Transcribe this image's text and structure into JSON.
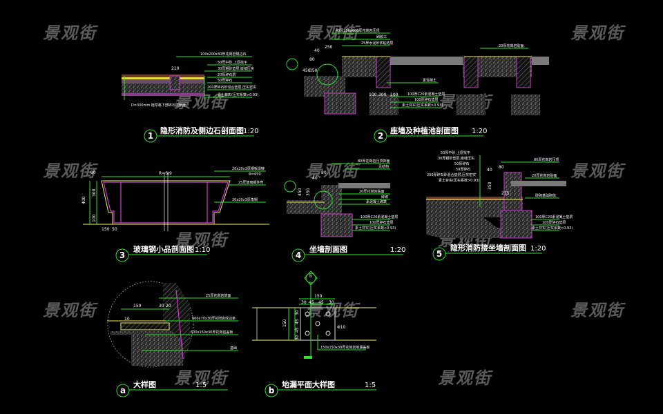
{
  "watermark": "景观街",
  "details": [
    {
      "id": "1",
      "title": "隐形消防及侧边石剖面图",
      "scale": "1:20"
    },
    {
      "id": "2",
      "title": "座墙及种植池剖面图",
      "scale": "1:20"
    },
    {
      "id": "3",
      "title": "玻璃钢小品剖面图",
      "scale": "1:10"
    },
    {
      "id": "4",
      "title": "坐墙剖面图",
      "scale": "1:20"
    },
    {
      "id": "5",
      "title": "隐形消防接坐墙剖面图",
      "scale": "1:20"
    },
    {
      "id": "a",
      "title": "大样图",
      "scale": "1:5"
    },
    {
      "id": "b",
      "title": "地漏平面大样图",
      "scale": "1:5"
    }
  ],
  "annotations": {
    "d1": [
      "100x200x30厚花岗岩侧边石",
      "50厚中砂,上层找平",
      "30厚粗砂垫层,嵌缝压实",
      "20厚碎石层",
      "50厚碎石",
      "200厚碎石砂混合垫层,压实密实",
      "素土夯实(压实系数>0.93)"
    ],
    "d1_note": "D=300mm 植草格下部碎石层厚度",
    "d1_dim": "210",
    "d2": [
      "40厚250x600厚花岗岩压顶",
      "刷胶工",
      "25厚水泥砂浆粘结层",
      "20厚花岗岩贴面",
      "素混凝土",
      "100厚C20素混凝土垫层",
      "100厚碎石垫层",
      "素土夯实(压实系数>0.93)"
    ],
    "d2_dims": [
      "250",
      "40",
      "80",
      "350",
      "450",
      "100",
      "300",
      "100"
    ],
    "d3": [
      "20x20x3厚钢板焊接",
      "Φ=650",
      "25厚玻璃钢外壳",
      "20x20x3厚角钢",
      "R=6/9"
    ],
    "d3_dims": [
      "80",
      "400",
      "300",
      "100",
      "150",
      "50"
    ],
    "d4": [
      "80厚花岗岩压顶饰面",
      "见结构",
      "20厚花岗岩贴面",
      "砖砌",
      "素混凝土砌筑",
      "100厚C20素混凝土垫层",
      "100厚碎石垫层",
      "素土夯实(压实系数>0.93)"
    ],
    "d4_dims": [
      "450",
      "350",
      "40",
      "80"
    ],
    "d5": [
      "50厚中砂,上层找平",
      "30厚粗砂垫层,嵌缝压实",
      "50厚碎石",
      "50厚碎石",
      "200厚碎石砂混合垫层,压实密实",
      "素土夯实(压实系数>0.93)",
      "80厚花岗岩压顶",
      "20厚花岗岩贴面",
      "砖砌基础砌体",
      "100厚C20素混凝土垫层",
      "100厚碎石垫层",
      "素土夯实(压实系数>0.93)"
    ],
    "d5_dims": [
      "350",
      "215",
      "40",
      "80"
    ],
    "da": [
      "25厚花岗岩饰面",
      "600x70x30厚花岗岩收边条",
      "600x150x30厚花岗岩盖板",
      "基础"
    ],
    "da_dims": [
      "150",
      "30",
      "20",
      "10"
    ],
    "db": [
      "150x150x30厚花岗岩地漏盖板"
    ],
    "db_dims": [
      "150",
      "30",
      "45",
      "45",
      "30",
      "150",
      "30",
      "45",
      "45",
      "30",
      "Φ10"
    ],
    "db_marker": [
      "b",
      "-"
    ]
  }
}
